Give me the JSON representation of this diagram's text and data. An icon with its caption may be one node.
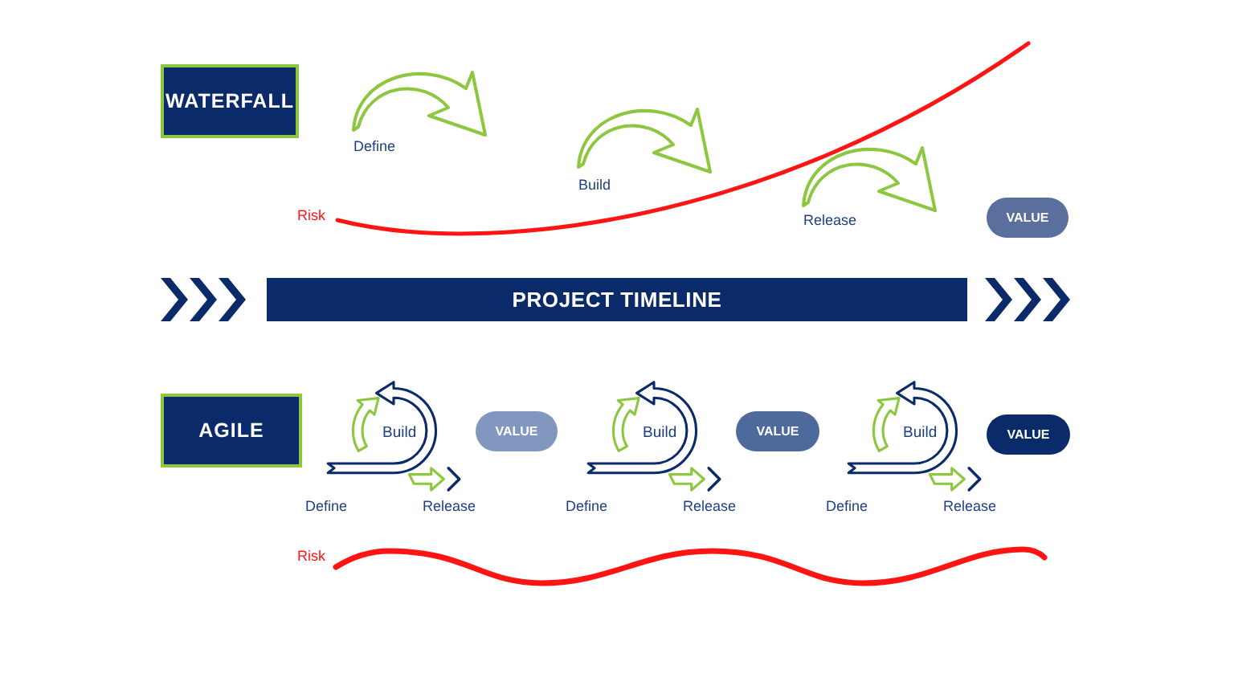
{
  "diagram": {
    "nodes": [
      {
        "text": [
          "WATERFALL"
        ]
      },
      {
        "text": [
          "VALUE"
        ]
      },
      {
        "text": [
          "PROJECT TIMELINE"
        ]
      },
      {
        "text": [
          "AGILE"
        ]
      },
      {
        "text": [
          "Build"
        ],
        "beside": [
          "Define",
          "Release"
        ]
      },
      {
        "text": [
          "VALUE"
        ]
      },
      {
        "text": [
          "Build"
        ],
        "beside": [
          "Define",
          "Release"
        ]
      },
      {
        "text": [
          "VALUE"
        ]
      },
      {
        "text": [
          "Build"
        ],
        "beside": [
          "Define",
          "Release"
        ]
      },
      {
        "text": [
          "VALUE"
        ]
      }
    ],
    "labels": [
      "Define",
      "Build",
      "Risk",
      "Release",
      "Risk"
    ]
  }
}
